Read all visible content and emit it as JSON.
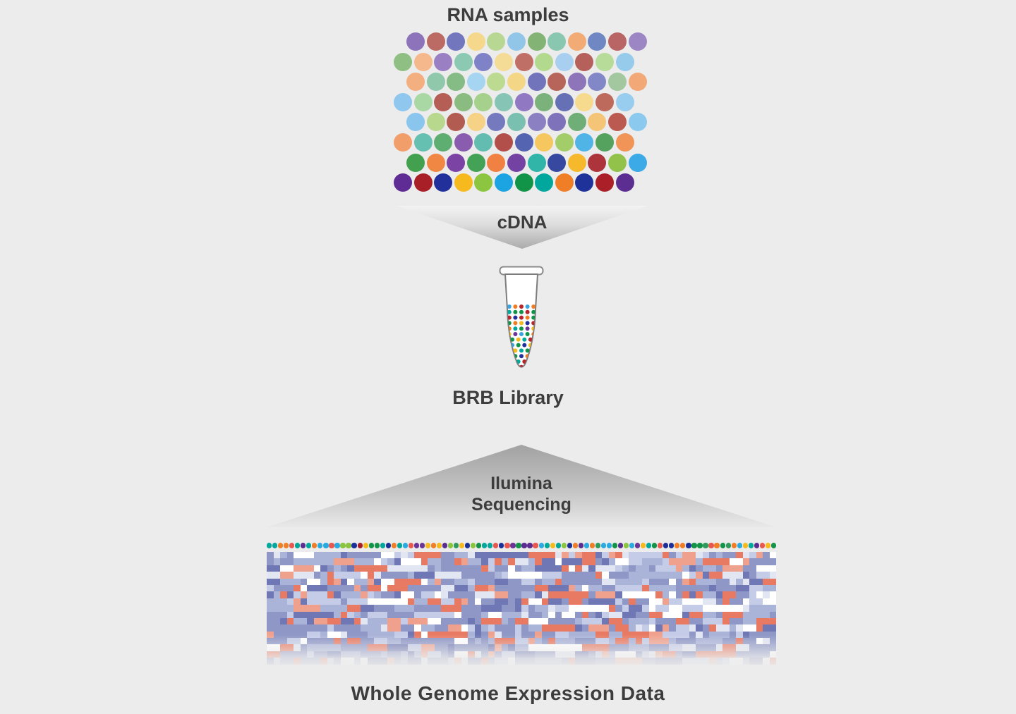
{
  "page": {
    "background": "#ececec",
    "text_color": "#3d3d3d"
  },
  "rna_samples": {
    "title": "RNA samples",
    "rows": [
      [
        "#8d74ba",
        "#bb6a64",
        "#7276bd",
        "#f5d88c",
        "#b8d793",
        "#92c6e9",
        "#83b475",
        "#8ac7b1",
        "#f2ab75",
        "#6f87c3",
        "#b96565",
        "#9c87c4"
      ],
      [
        "#8fbf83",
        "#f4b88c",
        "#9a7fc2",
        "#8bc9b3",
        "#7f82c6",
        "#f4dc96",
        "#c06f66",
        "#b2d98d",
        "#a9cff0",
        "#b5605a",
        "#b7db98",
        "#97cbeb"
      ],
      [
        "#f4af80",
        "#90c8ac",
        "#85bb85",
        "#a5d5f0",
        "#bcda90",
        "#f4d687",
        "#7173bb",
        "#b7645a",
        "#8e74b9",
        "#8287c8",
        "#a3c79e",
        "#f3a878"
      ],
      [
        "#90c7ee",
        "#aad8a4",
        "#b45e55",
        "#8abb81",
        "#a6d18d",
        "#86c4b6",
        "#9078c2",
        "#7bb27c",
        "#6670b4",
        "#f6da8e",
        "#bd6a5d",
        "#98cdef"
      ],
      [
        "#8ac5ed",
        "#b7d88d",
        "#b25b51",
        "#f5d285",
        "#757abf",
        "#79c0b0",
        "#8a80c2",
        "#7e72ba",
        "#6fae77",
        "#f4c577",
        "#bb5a50",
        "#8cc9ef"
      ],
      [
        "#f29e6a",
        "#66c0b1",
        "#5fae71",
        "#8a5cb0",
        "#63bcb0",
        "#b34f4a",
        "#5564b1",
        "#f6c75e",
        "#a3cd69",
        "#50b4e7",
        "#55a25e",
        "#f09557"
      ],
      [
        "#42a04e",
        "#f08843",
        "#7b44a4",
        "#44a256",
        "#f08142",
        "#7342a3",
        "#31b5a9",
        "#36489f",
        "#f7b92c",
        "#ac343a",
        "#93c24a",
        "#3baae6"
      ],
      [
        "#5f2b94",
        "#a81f28",
        "#21309a",
        "#f7ba1e",
        "#8cc540",
        "#1ba4e1",
        "#119448",
        "#01a79c",
        "#f07e27",
        "#1e329a",
        "#aa1f28",
        "#5c2e92"
      ]
    ]
  },
  "cdna_funnel": {
    "label": "cDNA"
  },
  "tube": {
    "label": "BRB Library",
    "dot_rows": [
      [
        "#3aa3e0",
        "#f07d26",
        "#b7242c",
        "#3aa3e0",
        "#f07d26"
      ],
      [
        "#00a79b",
        "#119448",
        "#119448",
        "#b7242c",
        "#119448"
      ],
      [
        "#b7242c",
        "#21309a",
        "#b7242c",
        "#f07d26",
        "#119448"
      ],
      [
        "#119448",
        "#f07d26",
        "#f7ba1e",
        "#21309a",
        "#b7242c"
      ],
      [
        "#f07d26",
        "#00a79b",
        "#119448",
        "#6a3597",
        "#f7ba1e"
      ],
      [
        "#f7ba1e",
        "#6a3597",
        "#3aa3e0",
        "#119448",
        "#f07d26"
      ],
      [
        "#119448",
        "#f7ba1e",
        "#00a79b",
        "#b7242c"
      ],
      [
        "#3aa3e0",
        "#119448",
        "#21309a",
        "#f7ba1e"
      ],
      [
        "#f7ba1e",
        "#00a79b",
        "#119448"
      ],
      [
        "#119448",
        "#21309a",
        "#f07d26"
      ],
      [
        "#00a79b",
        "#b7242c"
      ],
      [
        "#b7242c"
      ]
    ]
  },
  "sequencing_funnel": {
    "label_line1": "Ilumina",
    "label_line2": "Sequencing"
  },
  "heatmap": {
    "title": "Whole Genome Expression Data",
    "sample_dots": {
      "count": 90,
      "seed": 11,
      "palette": [
        "#5b2d91",
        "#1c3198",
        "#a81e28",
        "#f7ba1e",
        "#119448",
        "#29abe2",
        "#00a79b",
        "#f07e27",
        "#8bc53f",
        "#6a3597",
        "#e8584f",
        "#2e9a5b"
      ]
    },
    "grid": {
      "cols": 76,
      "rows": 17,
      "seed": 7,
      "run_bias": 0.38,
      "palette": [
        {
          "color": "#8e97c6",
          "weight": 26
        },
        {
          "color": "#6f78b4",
          "weight": 10
        },
        {
          "color": "#aab3d8",
          "weight": 16
        },
        {
          "color": "#c5cce8",
          "weight": 12
        },
        {
          "color": "#e2e6f3",
          "weight": 7
        },
        {
          "color": "#ffffff",
          "weight": 9
        },
        {
          "color": "#e87a63",
          "weight": 14
        },
        {
          "color": "#f0a18d",
          "weight": 6
        }
      ]
    }
  }
}
